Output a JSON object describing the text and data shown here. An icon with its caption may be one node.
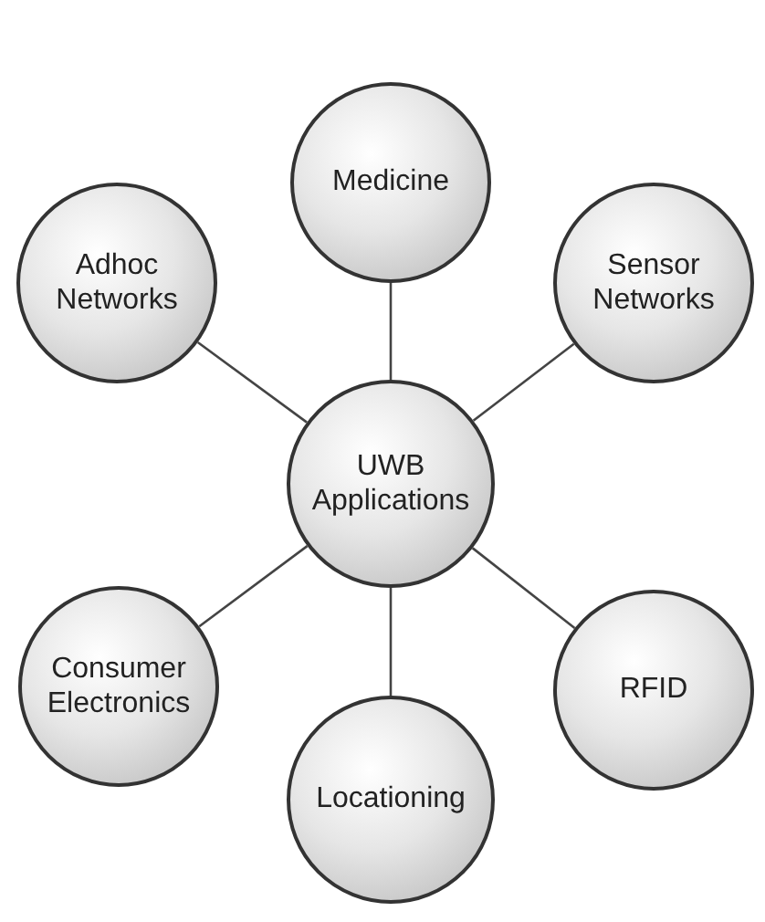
{
  "diagram": {
    "nodes": [
      {
        "text": [
          "Medicine"
        ]
      },
      {
        "text": [
          "Adhoc Networks"
        ]
      },
      {
        "text": [
          "Sensor Networks"
        ]
      },
      {
        "text": [
          "UWB Applications"
        ]
      },
      {
        "text": [
          "Consumer Electronics"
        ]
      },
      {
        "text": [
          "RFID"
        ]
      },
      {
        "text": [
          "Locationing"
        ]
      }
    ],
    "edges": [
      {
        "from": 3,
        "to": 0,
        "arrow": "none"
      },
      {
        "from": 3,
        "to": 1,
        "arrow": "none"
      },
      {
        "from": 3,
        "to": 2,
        "arrow": "none"
      },
      {
        "from": 3,
        "to": 4,
        "arrow": "none"
      },
      {
        "from": 3,
        "to": 5,
        "arrow": "none"
      },
      {
        "from": 3,
        "to": 6,
        "arrow": "none"
      }
    ]
  }
}
